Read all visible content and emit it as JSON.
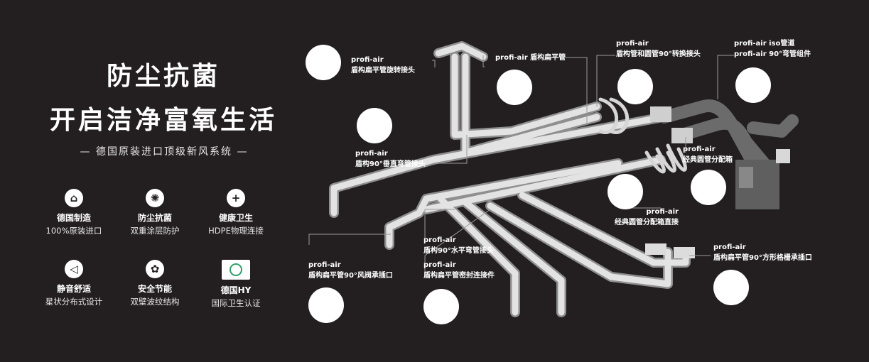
{
  "headline": {
    "line1": "防尘抗菌",
    "line2": "开启洁净富氧生活"
  },
  "subtitle": "— 德国原装进口顶级新风系统 —",
  "features": [
    {
      "title": "德国制造",
      "desc": "100%原装进口",
      "icon": "house-icon"
    },
    {
      "title": "防尘抗菌",
      "desc": "双重涂层防护",
      "icon": "shield-icon"
    },
    {
      "title": "健康卫生",
      "desc": "HDPE物理连接",
      "icon": "plus-icon"
    },
    {
      "title": "静音舒适",
      "desc": "星状分布式设计",
      "icon": "mute-icon"
    },
    {
      "title": "安全节能",
      "desc": "双壁波纹结构",
      "icon": "fan-icon"
    },
    {
      "title": "德国HY",
      "desc": "国际卫生认证",
      "icon": "certificate-icon"
    }
  ],
  "callouts": {
    "c1": {
      "brand": "profi-air",
      "name": "盾构扁平管旋转接头"
    },
    "c2": {
      "text": "profi-air 盾构扁平管"
    },
    "c3": {
      "brand": "profi-air",
      "name": "盾构管和圆管90°转换接头"
    },
    "c4": {
      "text1": "profi-air iso管道",
      "text2": "profi-air 90°弯管组件"
    },
    "c5": {
      "brand": "profi-air",
      "name": "盾构90°垂直弯管接头"
    },
    "c6": {
      "brand": "profi-air",
      "name": "经典圆管分配箱"
    },
    "c7": {
      "brand": "profi-air",
      "name": "经典圆管分配箱直接"
    },
    "c8": {
      "brand": "profi-air",
      "name": "盾构扁平管90°风阀承插口"
    },
    "c9": {
      "brand": "profi-air",
      "name": "盾构90°水平弯管接头"
    },
    "c10": {
      "brand": "profi-air",
      "name": "盾构扁平管密封连接件"
    },
    "c11": {
      "brand": "profi-air",
      "name": "盾构扁平管90°方形格栅承插口"
    }
  }
}
